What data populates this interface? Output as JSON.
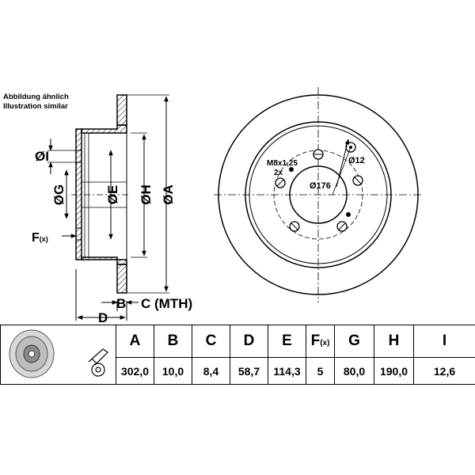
{
  "notes": {
    "de": "Abbildung ähnlich",
    "en": "Illustration similar"
  },
  "side_view_labels": {
    "I": "ØI",
    "G": "ØG",
    "E": "ØE",
    "H": "ØH",
    "A": "ØA",
    "F": "F",
    "F_sub": "(x)",
    "B": "B",
    "C": "C (MTH)",
    "D": "D"
  },
  "front_view_labels": {
    "thread": "M8x1,25",
    "thread_count": "2x",
    "hole_dia": "Ø12",
    "center_dia": "Ø176"
  },
  "table": {
    "headers": [
      "A",
      "B",
      "C",
      "D",
      "E",
      "F",
      "G",
      "H",
      "I"
    ],
    "f_sub": "(x)",
    "values": [
      "302,0",
      "10,0",
      "8,4",
      "58,7",
      "114,3",
      "5",
      "80,0",
      "190,0",
      "12,6"
    ]
  }
}
